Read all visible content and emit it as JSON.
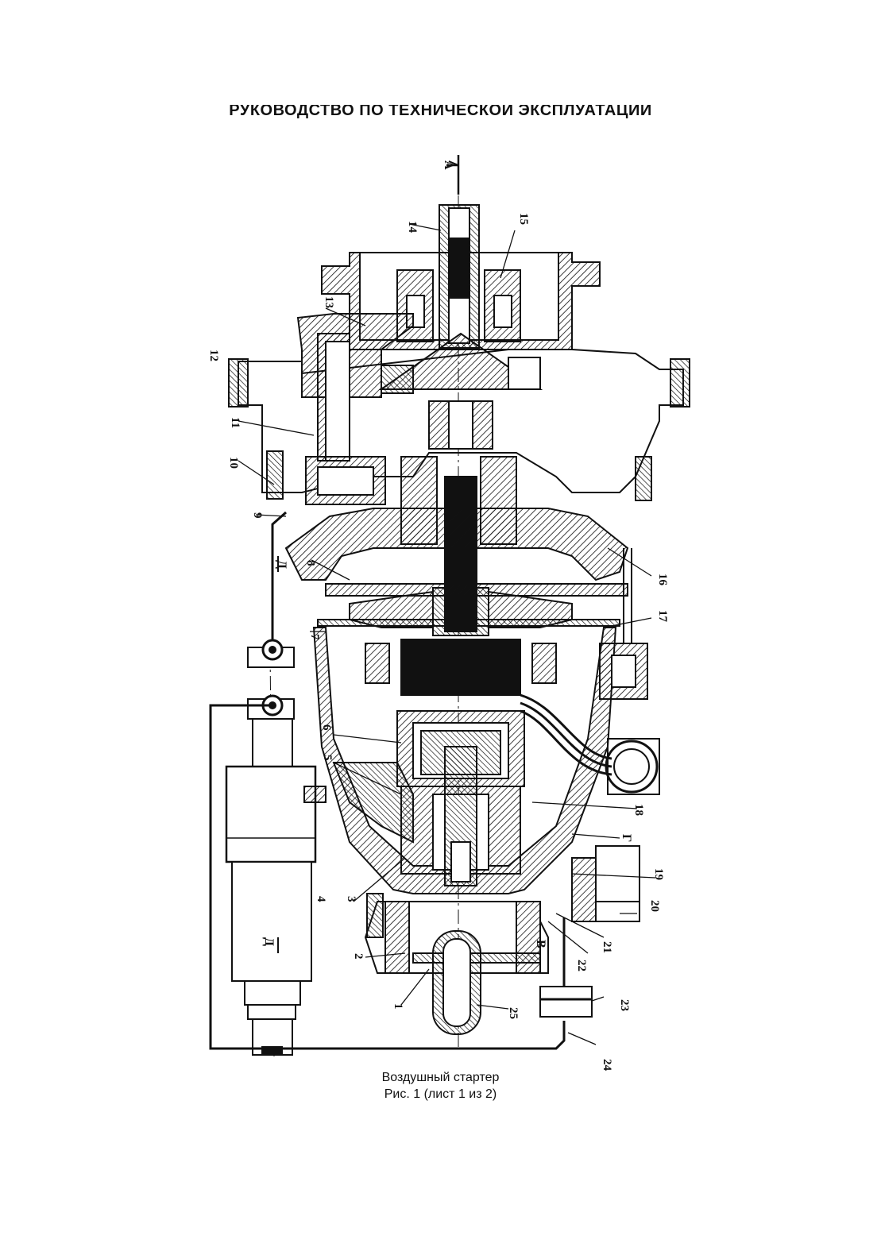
{
  "header": {
    "title": "РУКОВОДСТВО ПО ТЕХНИЧЕСКОЙ ЭКСПЛУАТАЦИИ"
  },
  "figure": {
    "caption_title": "Воздушный стартер",
    "caption_sheet": "Рис. 1 (лист 1 из 2)",
    "callouts": [
      "1",
      "2",
      "3",
      "4",
      "5",
      "6",
      "7",
      "8",
      "9",
      "10",
      "11",
      "12",
      "13",
      "14",
      "15",
      "16",
      "17",
      "18",
      "19",
      "20",
      "21",
      "22",
      "23",
      "24",
      "25"
    ],
    "section_marks": {
      "a": "А",
      "d": "Д",
      "g": "Г",
      "v": "В"
    }
  }
}
